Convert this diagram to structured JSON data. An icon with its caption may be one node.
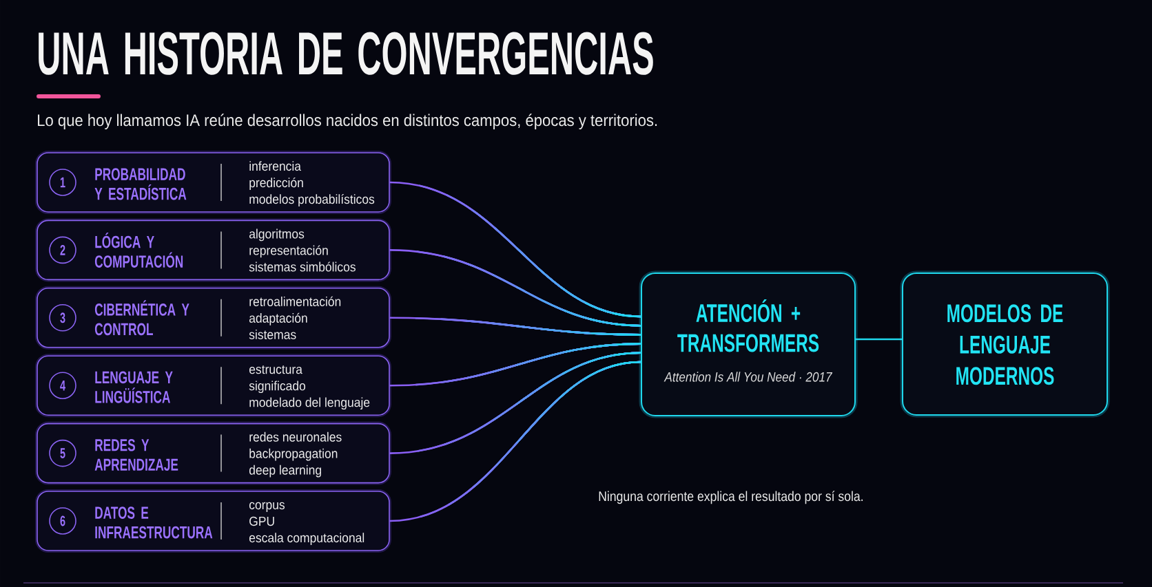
{
  "diagram": {
    "title": "UNA HISTORIA DE CONVERGENCIAS",
    "nodes": [
      {
        "text": [
          "PROBABILIDAD Y ESTADÍSTICA",
          "inferencia",
          "predicción",
          "modelos probabilísticos"
        ]
      },
      {
        "text": [
          "1"
        ],
        "in": 0
      },
      {
        "text": [
          "LÓGICA Y COMPUTACIÓN",
          "algoritmos",
          "representación",
          "sistemas simbólicos"
        ]
      },
      {
        "text": [
          "2"
        ],
        "in": 2
      },
      {
        "text": [
          "CIBERNÉTICA Y CONTROL",
          "retroalimentación",
          "adaptación",
          "sistemas"
        ]
      },
      {
        "text": [
          "3"
        ],
        "in": 4
      },
      {
        "text": [
          "LENGUAJE Y LINGÜÍSTICA",
          "estructura",
          "significado",
          "modelado del lenguaje"
        ]
      },
      {
        "text": [
          "4"
        ],
        "in": 6
      },
      {
        "text": [
          "REDES Y APRENDIZAJE",
          "redes neuronales",
          "backpropagation",
          "deep learning"
        ]
      },
      {
        "text": [
          "5"
        ],
        "in": 8
      },
      {
        "text": [
          "DATOS E INFRAESTRUCTURA",
          "corpus",
          "GPU",
          "escala computacional"
        ]
      },
      {
        "text": [
          "6"
        ],
        "in": 10
      },
      {
        "text": [
          "ATENCIÓN + TRANSFORMERS",
          "Attention Is All You Need · 2017"
        ]
      },
      {
        "text": [
          "MODELOS DE LENGUAJE MODERNOS"
        ]
      }
    ],
    "edges": [
      {
        "from": 0,
        "to": 12,
        "arrow": "none"
      },
      {
        "from": 2,
        "to": 12,
        "arrow": "none"
      },
      {
        "from": 4,
        "to": 12,
        "arrow": "none"
      },
      {
        "from": 6,
        "to": 12,
        "arrow": "none"
      },
      {
        "from": 8,
        "to": 12,
        "arrow": "none"
      },
      {
        "from": 10,
        "to": 12,
        "arrow": "none"
      },
      {
        "from": 12,
        "to": 13,
        "arrow": "none",
        "color": "#1fd8ec"
      }
    ],
    "labels": [
      "Lo que hoy llamamos IA reúne desarrollos nacidos en distintos campos, épocas y territorios.",
      "Ninguna corriente explica el resultado por sí sola."
    ]
  }
}
